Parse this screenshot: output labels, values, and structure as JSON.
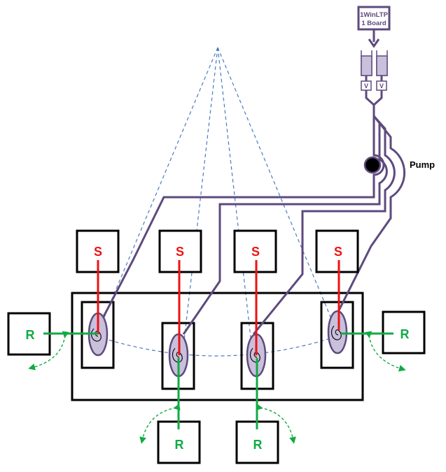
{
  "diagram": {
    "source_box": {
      "line1": "1WinLTP",
      "line2": "1 Board"
    },
    "valve_label": "V",
    "pump_label": "Pump",
    "stim_label": "S",
    "rec_label": "R",
    "colors": {
      "tubing": "#5e4a7e",
      "slice_fill": "#c9c0dc",
      "stimulus": "#ee1111",
      "recording": "#11aa44",
      "view_lines": "#4a7cc0"
    },
    "chambers": [
      {
        "id": 1,
        "stim": "S",
        "rec": "R",
        "rec_side": "left"
      },
      {
        "id": 2,
        "stim": "S",
        "rec": "R",
        "rec_side": "bottom"
      },
      {
        "id": 3,
        "stim": "S",
        "rec": "R",
        "rec_side": "bottom"
      },
      {
        "id": 4,
        "stim": "S",
        "rec": "R",
        "rec_side": "right"
      }
    ]
  }
}
